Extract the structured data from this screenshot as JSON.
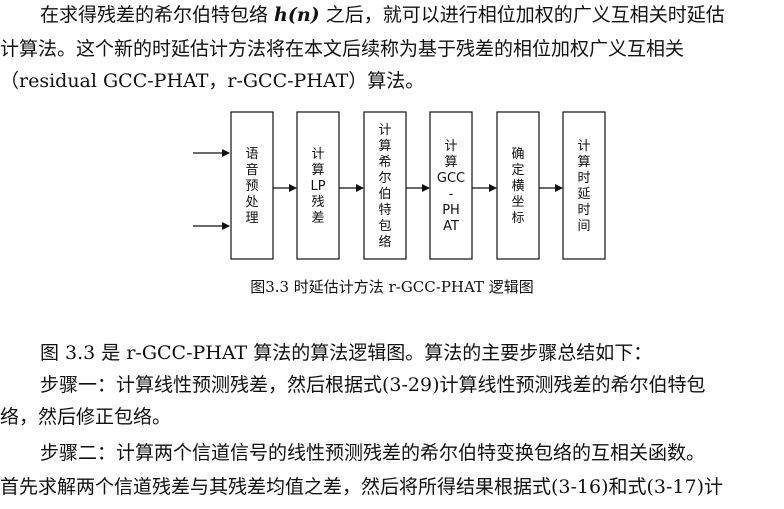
{
  "paragraph1": {
    "line1_a": "在求得残差的希尔伯特包络 ",
    "line1_hn": "h(n)",
    "line1_b": " 之后，就可以进行相位加权的广义互相关时延估",
    "line2": "计算法。这个新的时延估计方法将在本文后续称为基于残差的相位加权广义互相关",
    "line3": "（residual GCC-PHAT，r-GCC-PHAT）算法。"
  },
  "diagram": {
    "boxes": [
      [
        "语",
        "音",
        "预",
        "处",
        "理"
      ],
      [
        "计",
        "算",
        "LP",
        "残",
        "差"
      ],
      [
        "计",
        "算",
        "希",
        "尔",
        "伯",
        "特",
        "包",
        "络"
      ],
      [
        "计",
        "算",
        "GCC",
        "-",
        "PH",
        "AT"
      ],
      [
        "确",
        "定",
        "横",
        "坐",
        "标"
      ],
      [
        "计",
        "算",
        "时",
        "延",
        "时",
        "间"
      ]
    ]
  },
  "figure_caption": "图3.3   时延估计方法 r-GCC-PHAT 逻辑图",
  "paragraph2": {
    "line1": "图 3.3 是 r-GCC-PHAT 算法的算法逻辑图。算法的主要步骤总结如下：",
    "step1_line1": "步骤一：计算线性预测残差，然后根据式(3-29)计算线性预测残差的希尔伯特包",
    "step1_line2": "络，然后修正包络。",
    "step2_line1": "步骤二：计算两个信道信号的线性预测残差的希尔伯特变换包络的互相关函数。",
    "step2_line2": "首先求解两个信道残差与其残差均值之差，然后将所得结果根据式(3-16)和式(3-17)计"
  }
}
